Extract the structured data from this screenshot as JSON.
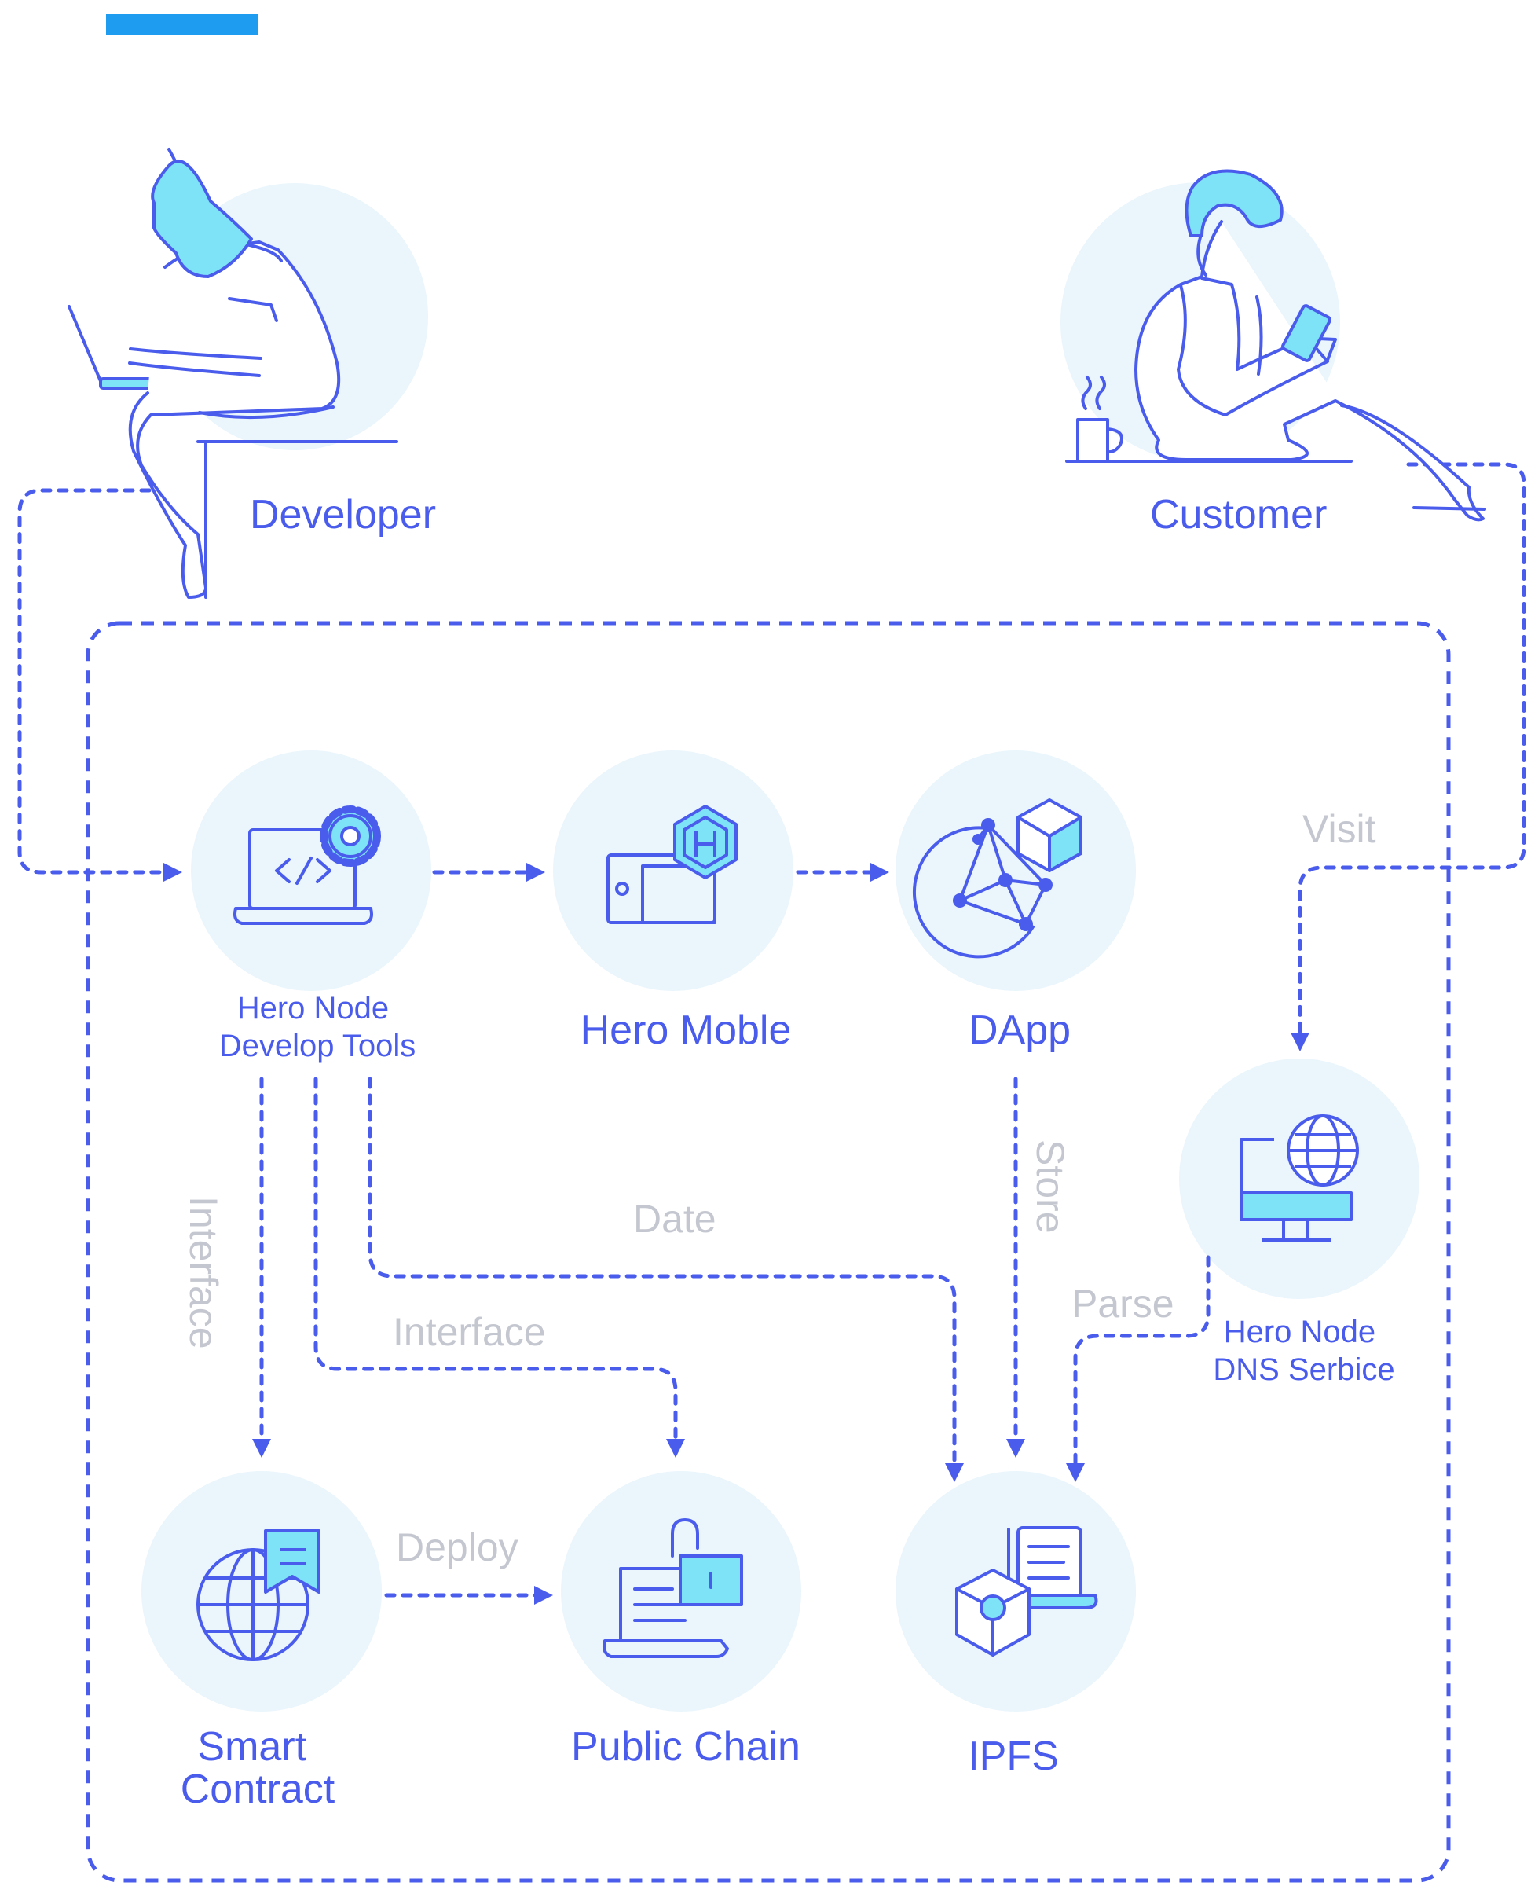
{
  "colors": {
    "primary": "#4a5cec",
    "accent": "#7fe3f7",
    "circle": "#eaf6fc",
    "top_bar": "#1e9cf0",
    "edge_label": "#c4c7cf"
  },
  "actors": {
    "developer": "Developer",
    "customer": "Customer"
  },
  "nodes": {
    "dev_tools": {
      "line1": "Hero Node",
      "line2": "Develop Tools",
      "icon": "laptop-gear-icon"
    },
    "hero_mobile": {
      "label": "Hero Moble",
      "icon": "tablet-hexagon-icon"
    },
    "dapp": {
      "label": "DApp",
      "icon": "network-cube-icon"
    },
    "dns": {
      "line1": "Hero Node",
      "line2": "DNS Serbice",
      "icon": "monitor-globe-icon"
    },
    "smart_contract": {
      "line1": "Smart",
      "line2": "Contract",
      "icon": "globe-document-icon"
    },
    "public_chain": {
      "label": "Public Chain",
      "icon": "laptop-lock-icon"
    },
    "ipfs": {
      "label": "IPFS",
      "icon": "cube-scroll-icon"
    }
  },
  "edges": {
    "visit": "Visit",
    "store": "Store",
    "date": "Date",
    "interface_vertical": "Interface",
    "interface_horizontal": "Interface",
    "parse": "Parse",
    "deploy": "Deploy"
  }
}
